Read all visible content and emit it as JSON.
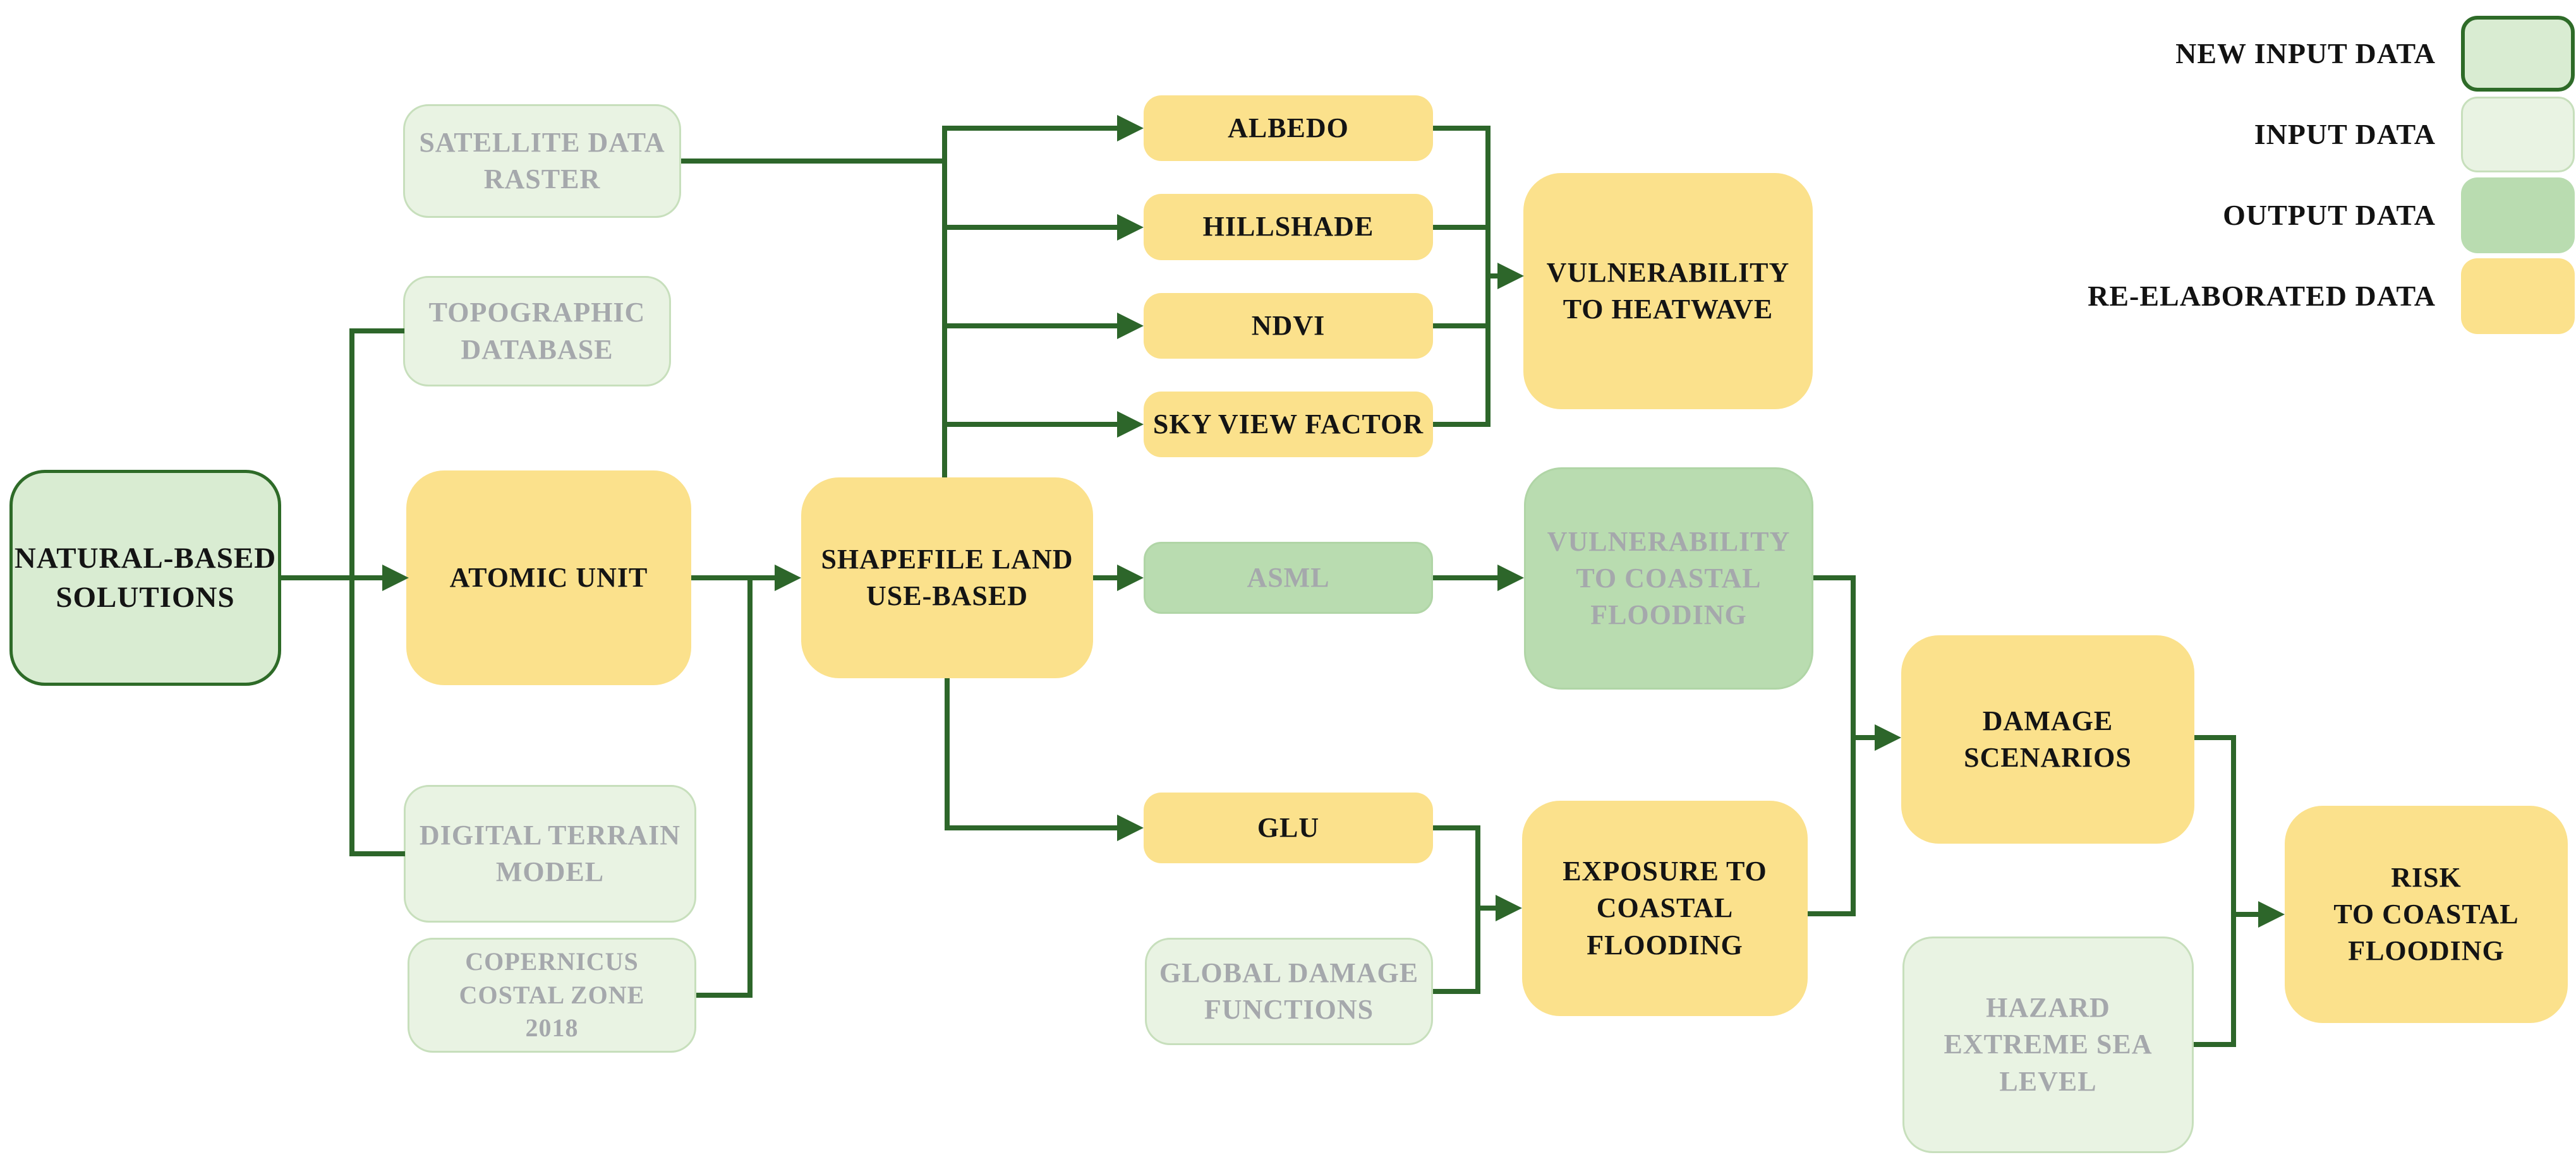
{
  "colors": {
    "line_green": "#2d662a",
    "new_input_fill": "#d9ecd2",
    "new_input_border": "#2e6b28",
    "input_fill": "#e9f3e3",
    "input_border": "#c7dfbc",
    "output_fill": "#b9dcb0",
    "yellow_fill": "#fbe18c",
    "gray_text": "#a5a8ac",
    "black_text": "#141414"
  },
  "legend": {
    "items": [
      {
        "id": "new-input",
        "label": "NEW INPUT DATA"
      },
      {
        "id": "input",
        "label": "INPUT DATA"
      },
      {
        "id": "output",
        "label": "OUTPUT DATA"
      },
      {
        "id": "re-elaborated",
        "label": "RE-ELABORATED DATA"
      }
    ]
  },
  "nodes": {
    "nbs": {
      "label": "NATURAL-BASED\nSOLUTIONS",
      "type": "new-input"
    },
    "satellite": {
      "label": "SATELLITE DATA\nRASTER",
      "type": "input"
    },
    "topographic": {
      "label": "TOPOGRAPHIC\nDATABASE",
      "type": "input"
    },
    "atomic": {
      "label": "ATOMIC UNIT",
      "type": "re-elaborated"
    },
    "dtm": {
      "label": "DIGITAL TERRAIN\nMODEL",
      "type": "input"
    },
    "copernicus": {
      "label": "COPERNICUS\nCOSTAL ZONE\n2018",
      "type": "input"
    },
    "shapefile": {
      "label": "SHAPEFILE LAND\nUSE-BASED",
      "type": "re-elaborated"
    },
    "albedo": {
      "label": "ALBEDO",
      "type": "re-elaborated"
    },
    "hillshade": {
      "label": "HILLSHADE",
      "type": "re-elaborated"
    },
    "ndvi": {
      "label": "NDVI",
      "type": "re-elaborated"
    },
    "svf": {
      "label": "SKY VIEW FACTOR",
      "type": "re-elaborated"
    },
    "vuln_heat": {
      "label": "VULNERABILITY\nTO HEATWAVE",
      "type": "re-elaborated"
    },
    "asml": {
      "label": "ASML",
      "type": "output"
    },
    "vuln_cf": {
      "label": "VULNERABILITY\nTO COASTAL\nFLOODING",
      "type": "output"
    },
    "glu": {
      "label": "GLU",
      "type": "re-elaborated"
    },
    "gdf": {
      "label": "GLOBAL DAMAGE\nFUNCTIONS",
      "type": "input"
    },
    "exposure": {
      "label": "EXPOSURE TO\nCOASTAL\nFLOODING",
      "type": "re-elaborated"
    },
    "damage": {
      "label": "DAMAGE\nSCENARIOS",
      "type": "re-elaborated"
    },
    "hazard": {
      "label": "HAZARD\nEXTREME SEA\nLEVEL",
      "type": "input"
    },
    "risk": {
      "label": "RISK\nTO COASTAL\nFLOODING",
      "type": "re-elaborated"
    }
  },
  "edges": [
    {
      "from": "nbs",
      "to": "atomic"
    },
    {
      "from": "topographic",
      "to": "atomic"
    },
    {
      "from": "dtm",
      "to": "atomic"
    },
    {
      "from": "atomic",
      "to": "shapefile"
    },
    {
      "from": "copernicus",
      "to": "shapefile"
    },
    {
      "from": "satellite",
      "to": "albedo"
    },
    {
      "from": "satellite",
      "to": "hillshade"
    },
    {
      "from": "satellite",
      "to": "ndvi"
    },
    {
      "from": "satellite",
      "to": "svf"
    },
    {
      "from": "shapefile",
      "to": "albedo"
    },
    {
      "from": "shapefile",
      "to": "hillshade"
    },
    {
      "from": "shapefile",
      "to": "ndvi"
    },
    {
      "from": "shapefile",
      "to": "svf"
    },
    {
      "from": "albedo",
      "to": "vuln_heat"
    },
    {
      "from": "hillshade",
      "to": "vuln_heat"
    },
    {
      "from": "ndvi",
      "to": "vuln_heat"
    },
    {
      "from": "svf",
      "to": "vuln_heat"
    },
    {
      "from": "shapefile",
      "to": "asml"
    },
    {
      "from": "shapefile",
      "to": "glu"
    },
    {
      "from": "asml",
      "to": "vuln_cf"
    },
    {
      "from": "glu",
      "to": "exposure"
    },
    {
      "from": "gdf",
      "to": "exposure"
    },
    {
      "from": "vuln_cf",
      "to": "damage"
    },
    {
      "from": "exposure",
      "to": "damage"
    },
    {
      "from": "damage",
      "to": "risk"
    },
    {
      "from": "hazard",
      "to": "risk"
    }
  ]
}
